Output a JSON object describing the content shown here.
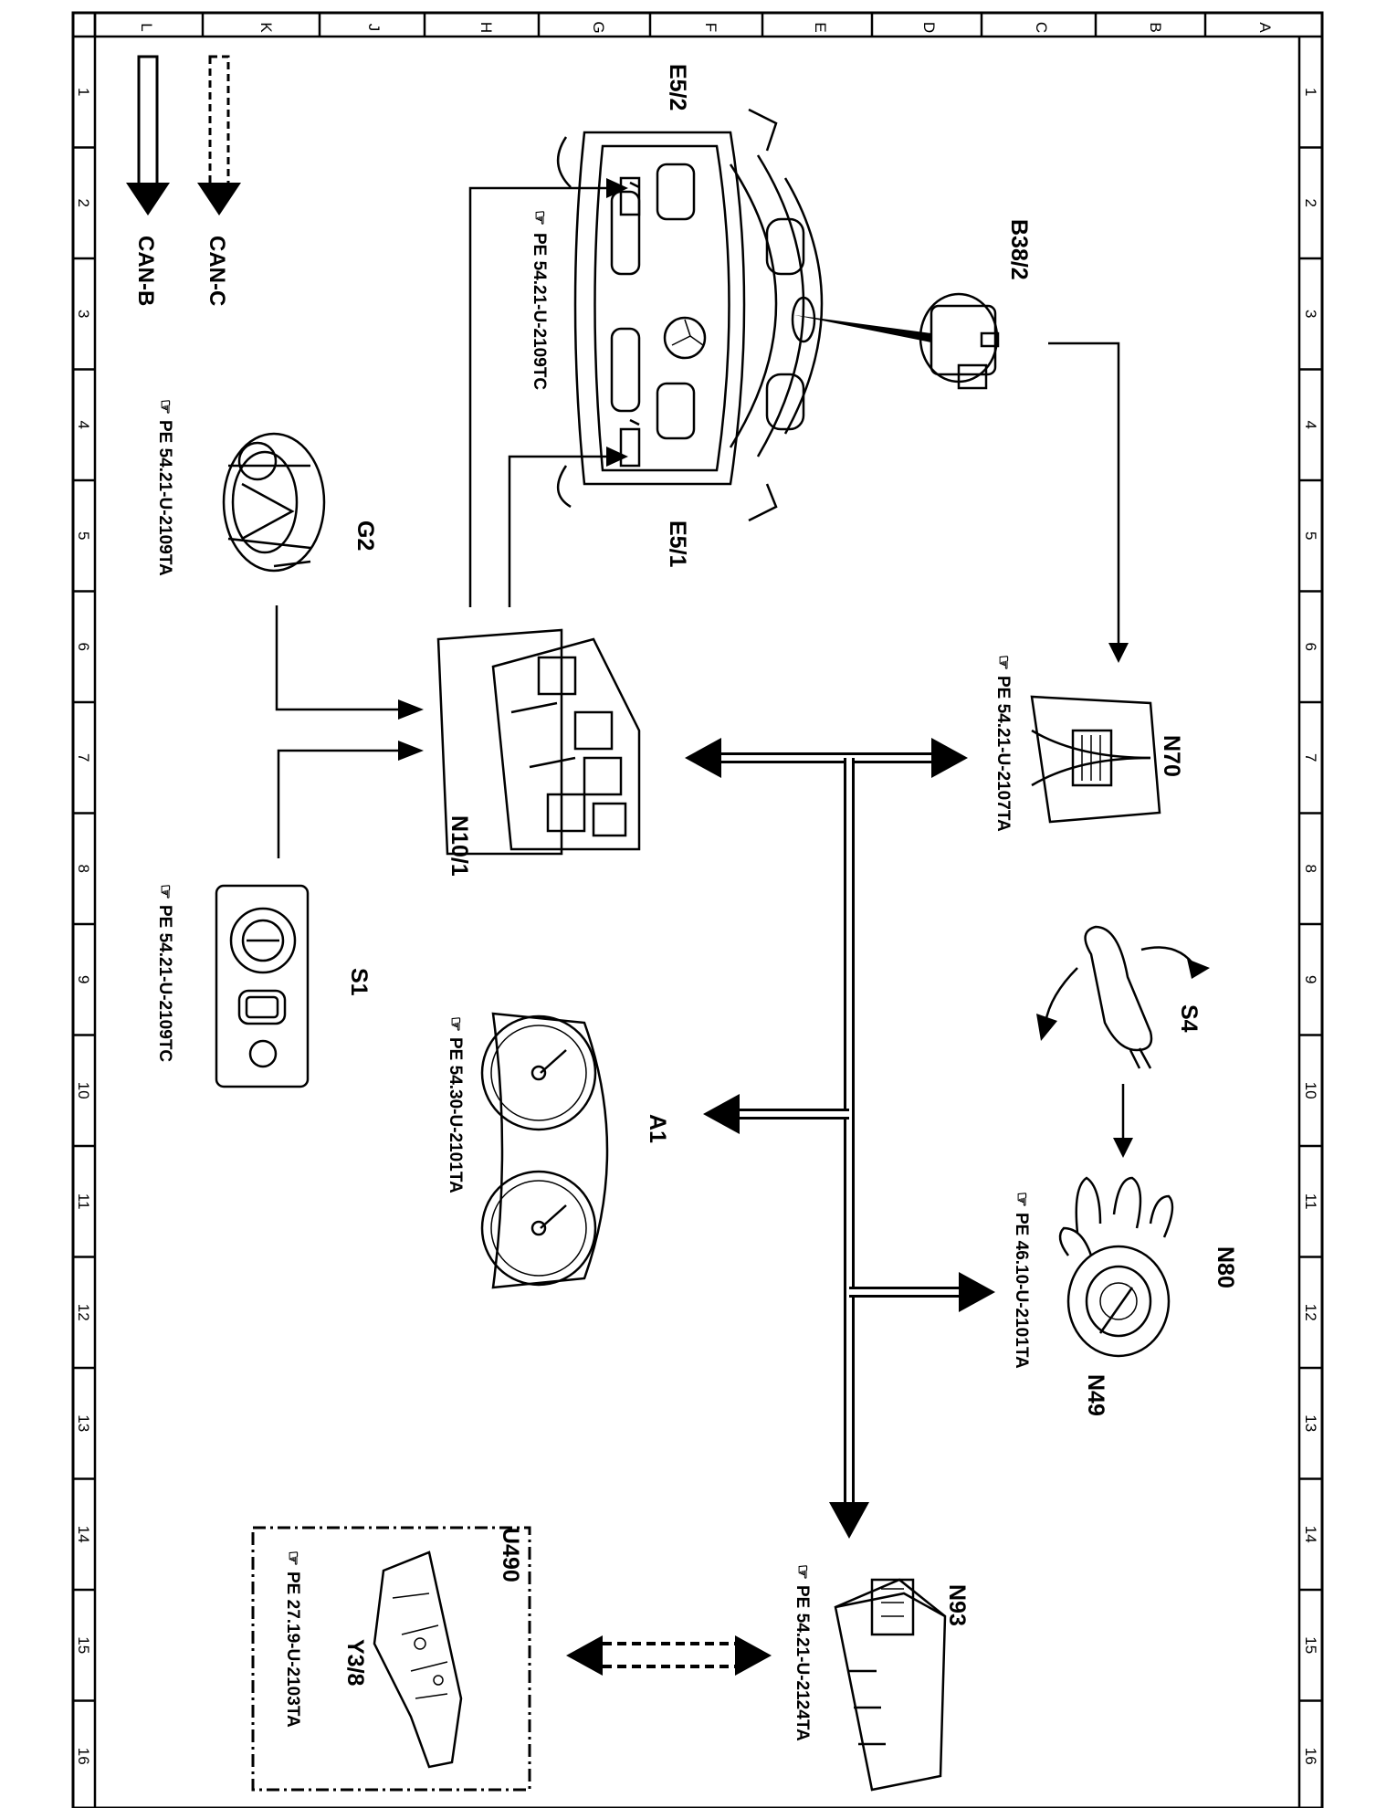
{
  "grid": {
    "columns": [
      "L",
      "K",
      "J",
      "H",
      "G",
      "F",
      "E",
      "D",
      "C",
      "B",
      "A"
    ],
    "rows": [
      "1",
      "2",
      "3",
      "4",
      "5",
      "6",
      "7",
      "8",
      "9",
      "10",
      "11",
      "12",
      "13",
      "14",
      "15",
      "16"
    ]
  },
  "legend": {
    "can_b": "CAN-B",
    "can_c": "CAN-C"
  },
  "components": {
    "e5_2": "E5/2",
    "e5_1": "E5/1",
    "b38_2": "B38/2",
    "g2": "G2",
    "n10_1": "N10/1",
    "n70": "N70",
    "s1": "S1",
    "s4": "S4",
    "a1": "A1",
    "n80": "N80",
    "n49": "N49",
    "n93": "N93",
    "u490": "U490",
    "y3_8": "Y3/8"
  },
  "references": {
    "headlamps": "PE 54.21-U-2109TC",
    "g2": "PE 54.21-U-2109TA",
    "s1": "PE 54.21-U-2109TC",
    "n70": "PE 54.21-U-2107TA",
    "a1": "PE 54.30-U-2101TA",
    "n80": "PE 46.10-U-2101TA",
    "n93": "PE 54.21-U-2124TA",
    "y3_8": "PE 27.19-U-2103TA"
  },
  "ref_icon": "pointing-hand-icon"
}
